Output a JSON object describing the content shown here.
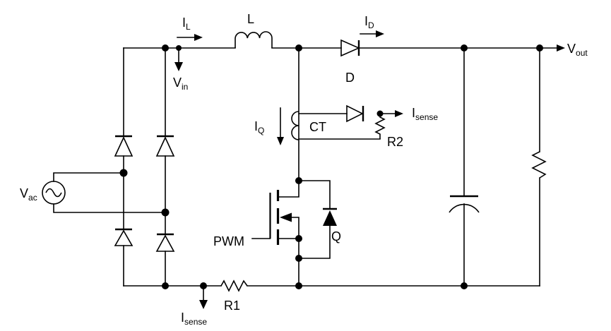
{
  "colors": {
    "line": "#000000",
    "background": "#ffffff"
  },
  "labels": {
    "l": "L",
    "d": "D",
    "q": "Q",
    "ct": "CT",
    "r1": "R1",
    "r2": "R2",
    "pwm": "PWM",
    "vac": {
      "base": "V",
      "sub": "ac"
    },
    "vin": {
      "base": "V",
      "sub": "in"
    },
    "vout": {
      "base": "V",
      "sub": "out"
    },
    "il": {
      "base": "I",
      "sub": "L"
    },
    "id": {
      "base": "I",
      "sub": "D"
    },
    "iq": {
      "base": "I",
      "sub": "Q"
    },
    "isense_top": {
      "base": "I",
      "sub": "sense"
    },
    "isense_bottom": {
      "base": "I",
      "sub": "sense"
    }
  },
  "components": [
    {
      "id": "ac-source",
      "type": "ac-voltage-source",
      "label": "Vac"
    },
    {
      "id": "bridge-rectifier",
      "type": "diode-bridge",
      "diode_count": 4
    },
    {
      "id": "inductor",
      "type": "inductor",
      "label": "L"
    },
    {
      "id": "boost-diode",
      "type": "diode",
      "label": "D"
    },
    {
      "id": "mosfet",
      "type": "n-channel-mosfet-with-body-diode",
      "label": "Q",
      "gate_signal": "PWM"
    },
    {
      "id": "current-transformer",
      "type": "current-transformer",
      "label": "CT"
    },
    {
      "id": "ct-diode",
      "type": "diode"
    },
    {
      "id": "resistor-r2",
      "type": "resistor",
      "label": "R2"
    },
    {
      "id": "resistor-r1",
      "type": "resistor",
      "label": "R1"
    },
    {
      "id": "output-capacitor",
      "type": "polarized-capacitor"
    },
    {
      "id": "load-resistor",
      "type": "resistor"
    }
  ]
}
